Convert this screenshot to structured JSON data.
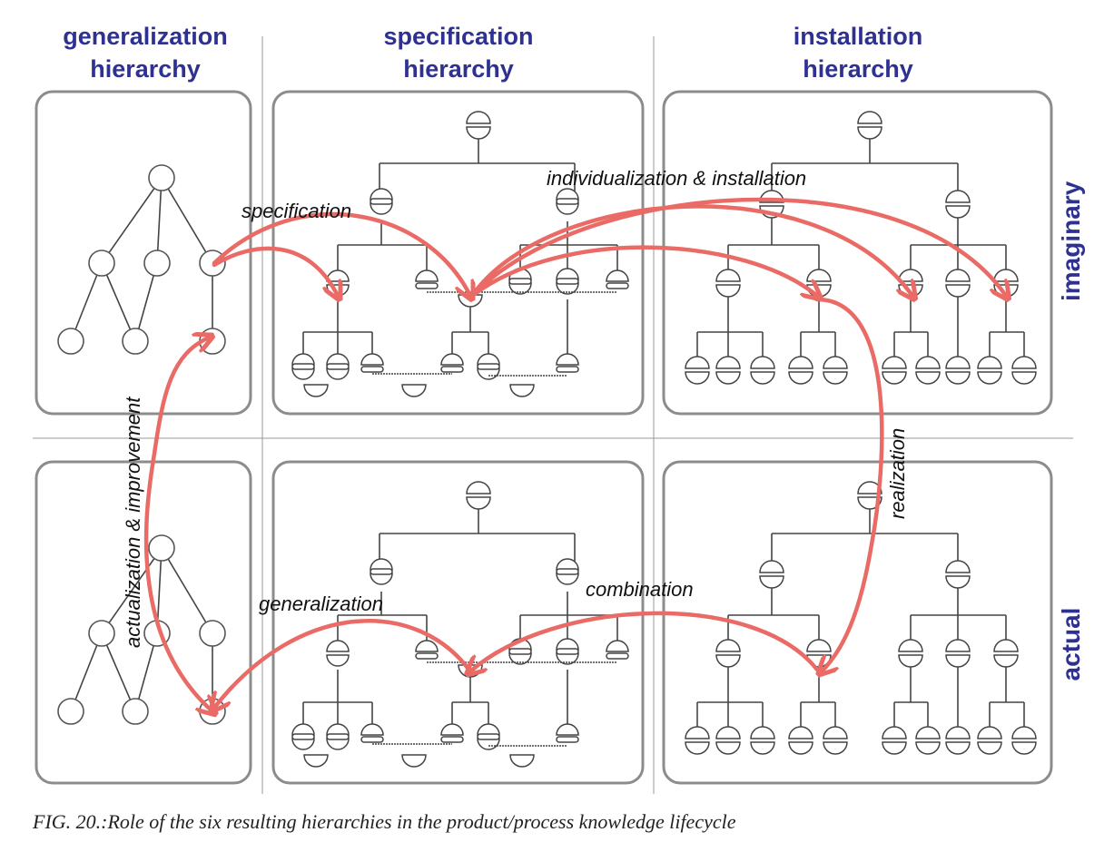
{
  "columns": [
    {
      "id": "generalization",
      "title_line1": "generalization",
      "title_line2": "hierarchy"
    },
    {
      "id": "specification",
      "title_line1": "specification",
      "title_line2": "hierarchy"
    },
    {
      "id": "installation",
      "title_line1": "installation",
      "title_line2": "hierarchy"
    }
  ],
  "rows": [
    {
      "id": "imaginary",
      "label": "imaginary"
    },
    {
      "id": "actual",
      "label": "actual"
    }
  ],
  "arrows": {
    "specification": "specification",
    "individualization": "individualization & installation",
    "realization": "realization",
    "combination": "combination",
    "generalization": "generalization",
    "actualization": "actualization & improvement"
  },
  "colors": {
    "heading": "#2e3192",
    "arrow": "#ea6b66",
    "panel_border": "#8c8c8c",
    "tree_line": "#444444"
  },
  "caption": "FIG. 20.:Role of the six resulting hierarchies in the product/process knowledge lifecycle"
}
